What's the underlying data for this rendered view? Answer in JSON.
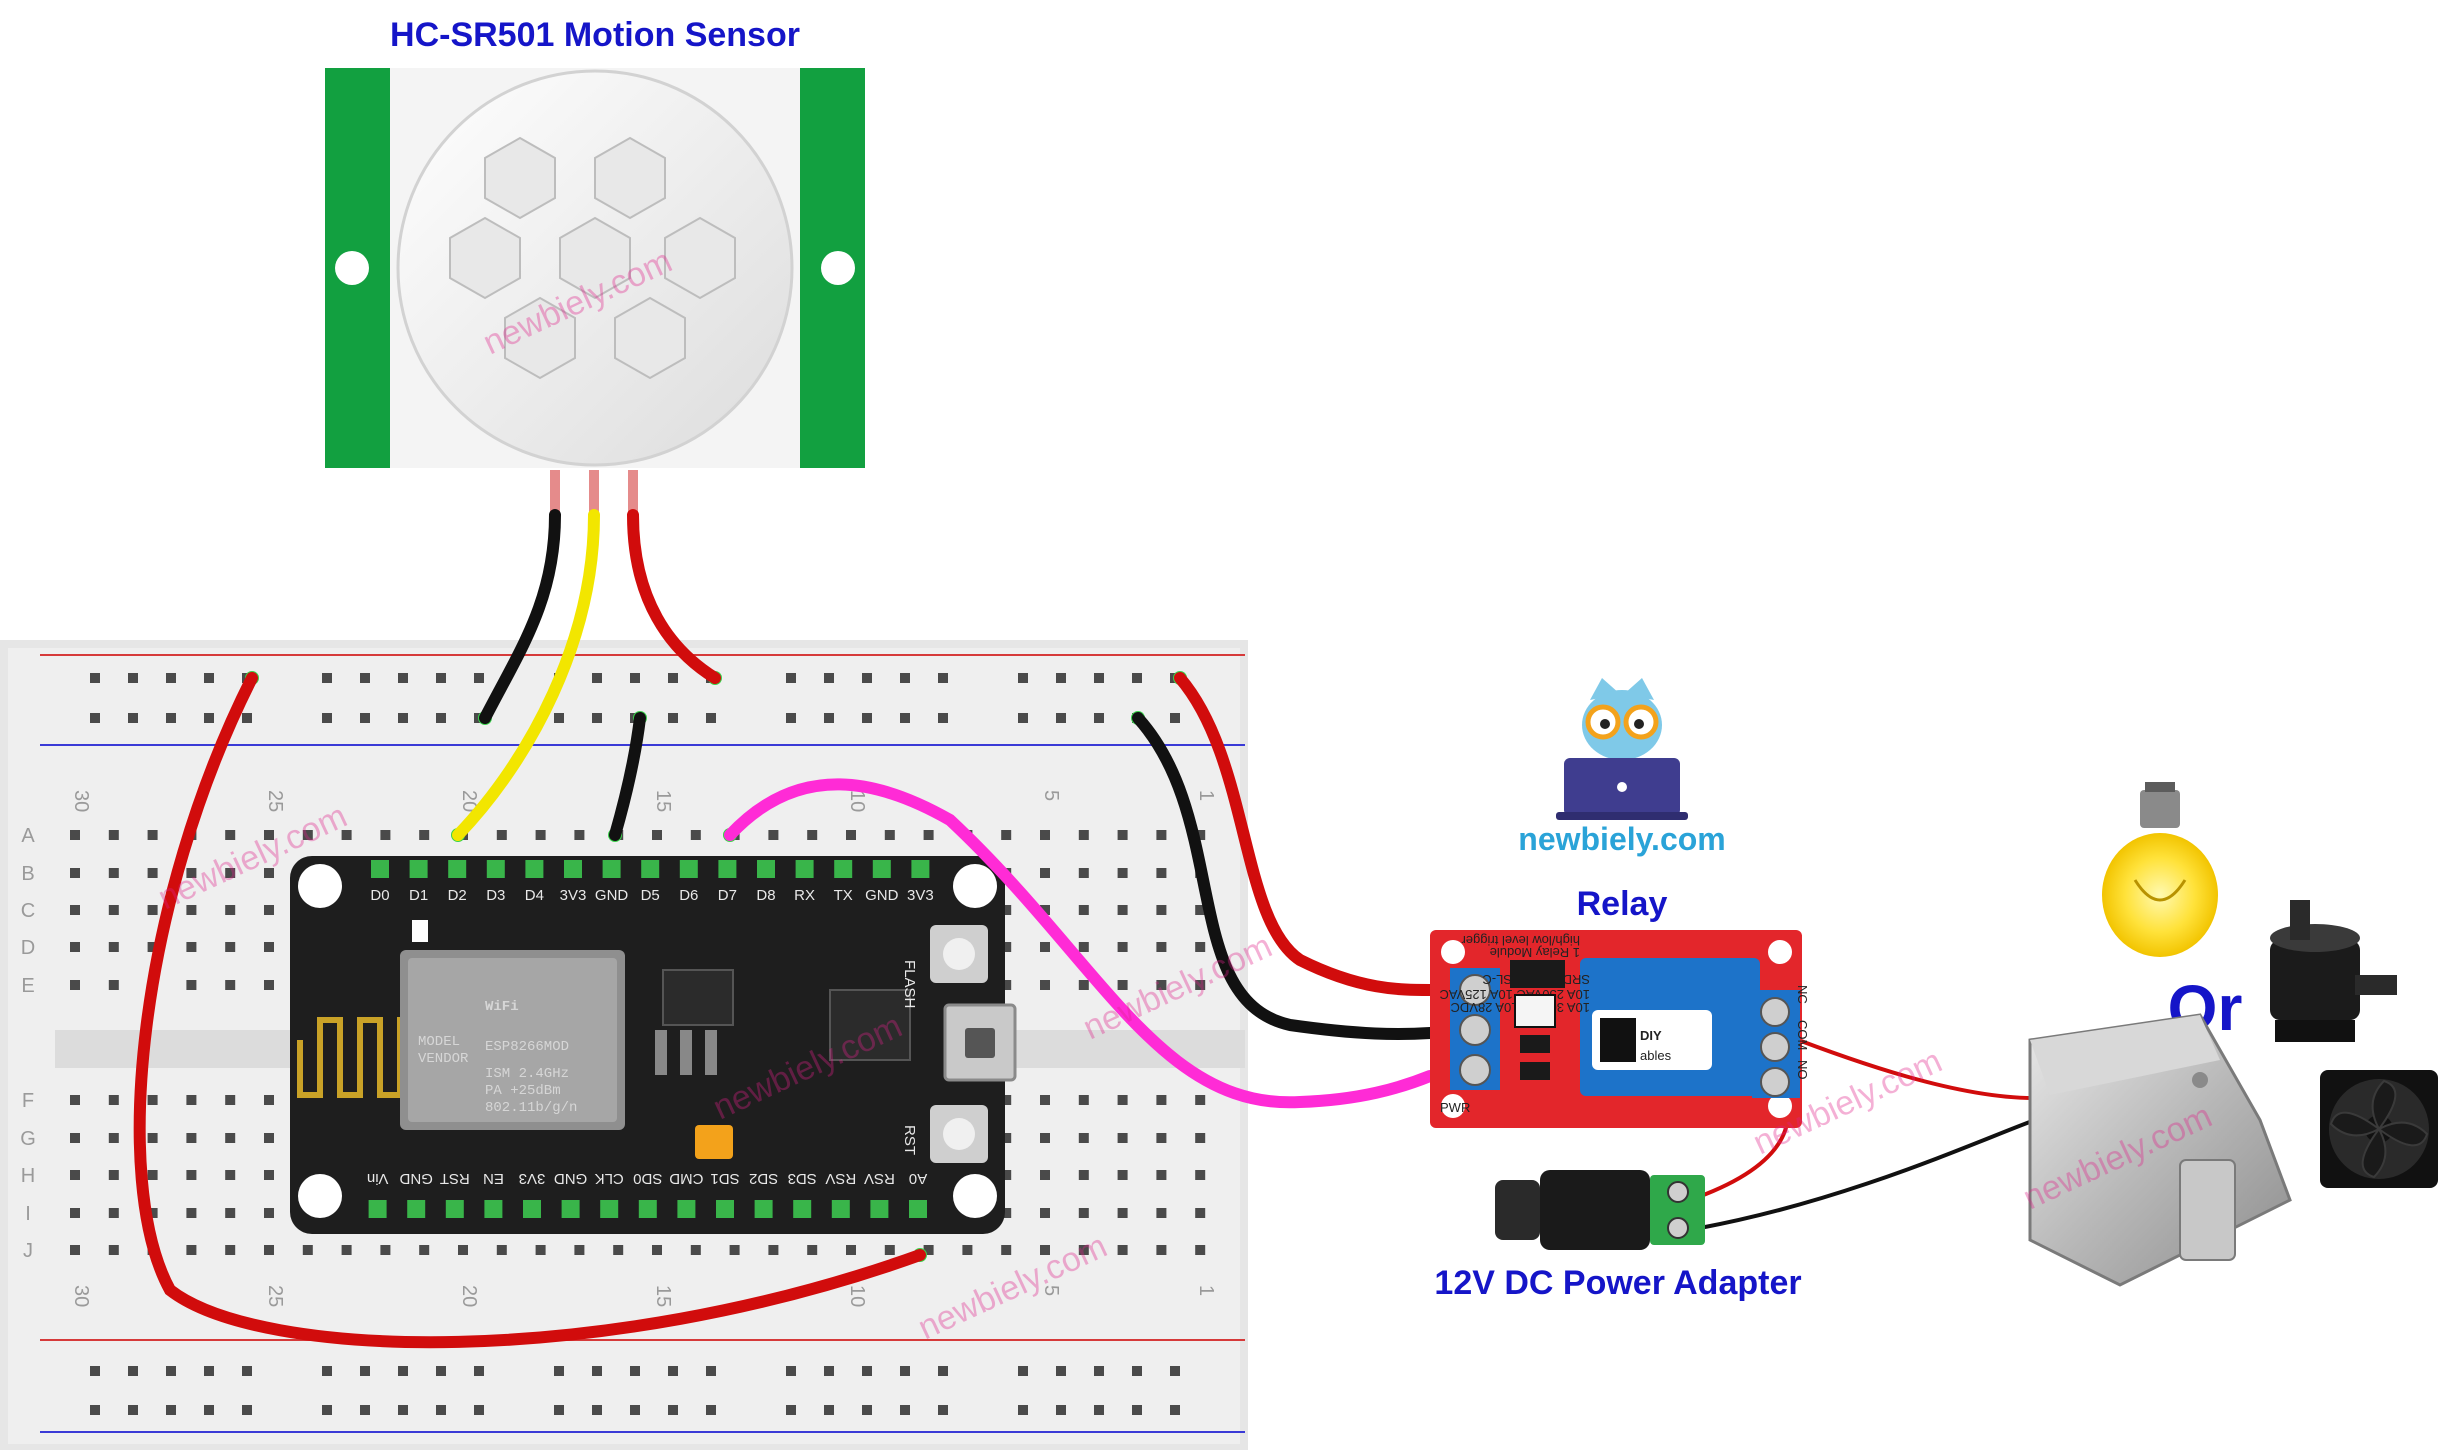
{
  "labels": {
    "sensor": "HC-SR501 Motion Sensor",
    "relay": "Relay",
    "power": "12V DC Power Adapter",
    "or": "Or",
    "logo": "newbiely.com"
  },
  "watermark": "newbiely.com",
  "esp_pins_top": [
    "D0",
    "D1",
    "D2",
    "D3",
    "D4",
    "3V3",
    "GND",
    "D5",
    "D6",
    "D7",
    "D8",
    "RX",
    "TX",
    "GND",
    "3V3"
  ],
  "esp_pins_bottom": [
    "A0",
    "RSV",
    "RSV",
    "SD3",
    "SD2",
    "SD1",
    "CMD",
    "SD0",
    "CLK",
    "GND",
    "3V3",
    "EN",
    "RST",
    "GND",
    "Vin"
  ],
  "esp_module": {
    "wifi": "WiFi",
    "model": "MODEL",
    "vendor": "VENDOR",
    "name": "ESP8266MOD",
    "ism": "ISM 2.4GHz",
    "pa": "PA +25dBm",
    "std": "802.11b/g/n",
    "flash": "FLASH",
    "rst": "RST"
  },
  "relay_board": {
    "title": "1 Relay Module",
    "subtitle": "high/low level trigger",
    "brand_top": "DIY",
    "brand_bottom": "ables",
    "spec1": "SRD-05VDC-SL-C",
    "spec2": "10A 250VAC 10A 125VAC",
    "spec3": "10A 30VDC 10A 28VDC",
    "nc": "NC",
    "com": "COM",
    "no": "NO",
    "pwr": "PWR"
  },
  "breadboard": {
    "col_numbers": [
      "30",
      "25",
      "20",
      "15",
      "10",
      "5",
      "1"
    ],
    "row_letters_top": [
      "A",
      "B",
      "C",
      "D",
      "E"
    ],
    "row_letters_bottom": [
      "F",
      "G",
      "H",
      "I",
      "J"
    ]
  },
  "colors": {
    "label_blue": "#1515c8",
    "wire_red": "#d10c0c",
    "wire_black": "#111111",
    "wire_yellow": "#f2e600",
    "wire_magenta": "#ff2bd6",
    "sensor_green": "#12a040",
    "relay_red": "#e3262b",
    "esp_body": "#1e1e1e"
  }
}
